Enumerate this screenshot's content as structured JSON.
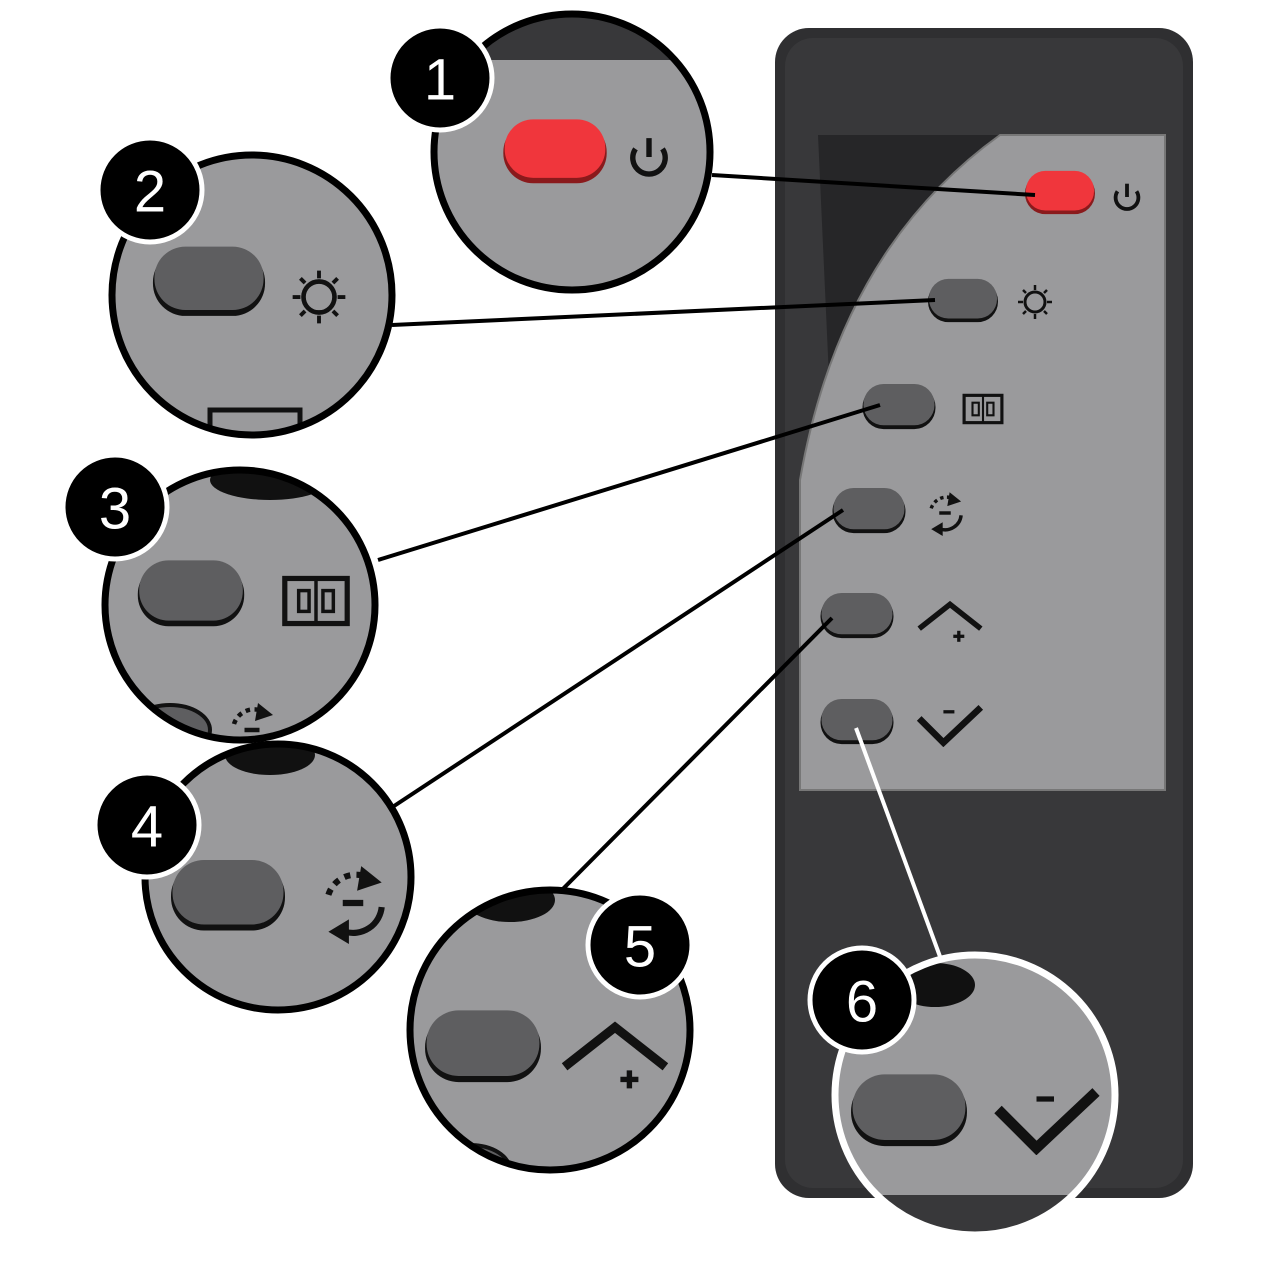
{
  "callouts": [
    {
      "number": "1",
      "button": "power",
      "icon": "power-icon"
    },
    {
      "number": "2",
      "button": "brightness",
      "icon": "sun-icon"
    },
    {
      "number": "3",
      "button": "flame-effect",
      "icon": "fireplace-icon"
    },
    {
      "number": "4",
      "button": "flame-cycle",
      "icon": "cycle-arrows-icon"
    },
    {
      "number": "5",
      "button": "up-plus",
      "icon": "chevron-up-plus-icon"
    },
    {
      "number": "6",
      "button": "down-minus",
      "icon": "chevron-down-minus-icon"
    }
  ],
  "colors": {
    "remote_body": "#2f2f31",
    "panel": "#9a9a9c",
    "power_button": "#f0363c",
    "button": "#5e5e60",
    "badge": "#000000"
  }
}
